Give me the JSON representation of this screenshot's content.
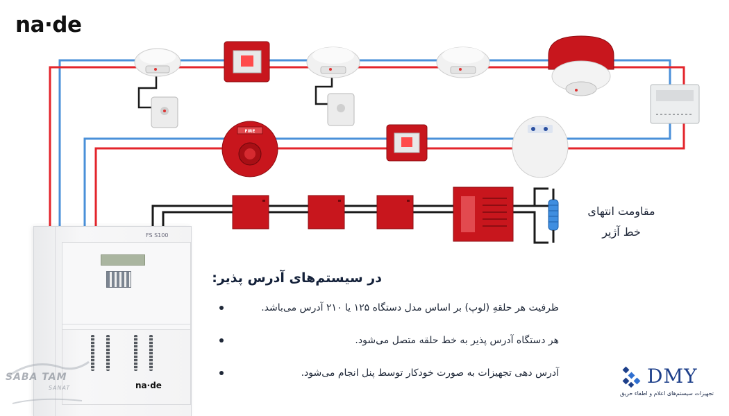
{
  "brand": {
    "logo_text": "na·de"
  },
  "panel": {
    "model": "FS S100",
    "brand": "na·de"
  },
  "devices": {
    "fire_sign": "FIRE"
  },
  "end_of_line": {
    "line1": "مقاومت انتهای",
    "line2": "خط آژیر"
  },
  "heading": "در سیستم‌های آدرس پذیر:",
  "bullets": [
    "ظرفیت هر حلقهِ (لوپ) بر اساس مدل دستگاه ۱۲۵ یا ۲۱۰ آدرس می‌باشد.",
    "هر دستگاه آدرس پذیر به خط حلقه متصل می‌شود.",
    "آدرس دهی تجهیزات به صورت خودکار توسط پنل انجام می‌شود."
  ],
  "company": {
    "name": "DMY",
    "tagline": "تجهیزات سیستم‌های اعلام و اطفاء حریق"
  },
  "watermark": {
    "name": "SABA TAM",
    "sub": "SANAT"
  },
  "colors": {
    "red_wire": "#e3242b",
    "blue_wire": "#4a90d9",
    "black_wire": "#1a1a1a",
    "device_red": "#c8161d",
    "dmy_blue": "#1d3f8a"
  },
  "icons": [
    "smoke-detector-icon",
    "manual-call-point-icon",
    "sounder-beacon-icon",
    "siren-icon",
    "isolator-module-icon",
    "end-of-line-resistor-icon"
  ]
}
